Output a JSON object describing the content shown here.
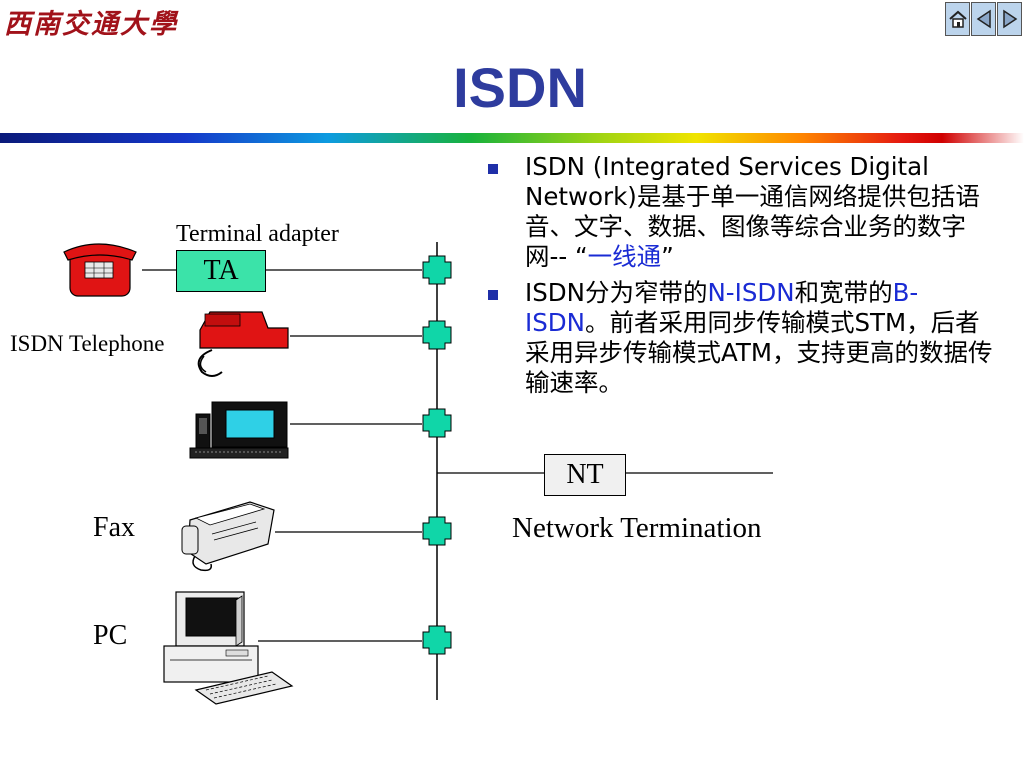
{
  "header": {
    "logo_text": "西南交通大學",
    "title": "ISDN"
  },
  "nav": {
    "home_icon": "home-icon",
    "prev_icon": "triangle-left-icon",
    "next_icon": "triangle-right-icon"
  },
  "diagram": {
    "terminal_adapter_label": "Terminal adapter",
    "ta_box": "TA",
    "isdn_telephone_label": "ISDN Telephone",
    "fax_label": "Fax",
    "pc_label": "PC",
    "nt_box": "NT",
    "nt_label": "Network Termination",
    "connector_color": "#10d6a8",
    "ta_fill": "#3be3a9"
  },
  "bullets": {
    "b1_text": "ISDN (Integrated Services Digital Network)是基于单一通信网络提供包括语音、文字、数据、图像等综合业务的数字网-- “",
    "b1_quote": "一线通",
    "b1_end": "”",
    "b2_a": "ISDN分为窄带的",
    "b2_b": "N-ISDN",
    "b2_c": "和宽带的",
    "b2_d": "B-ISDN",
    "b2_e": "。前者采用同步传输模式STM，后者采用异步传输模式ATM，支持更高的数据传输速率。"
  },
  "colors": {
    "title": "#2e3c9e",
    "bullet_square": "#1f2fa8",
    "highlight_blue": "#1a2bd4",
    "logo": "#a1121a"
  }
}
